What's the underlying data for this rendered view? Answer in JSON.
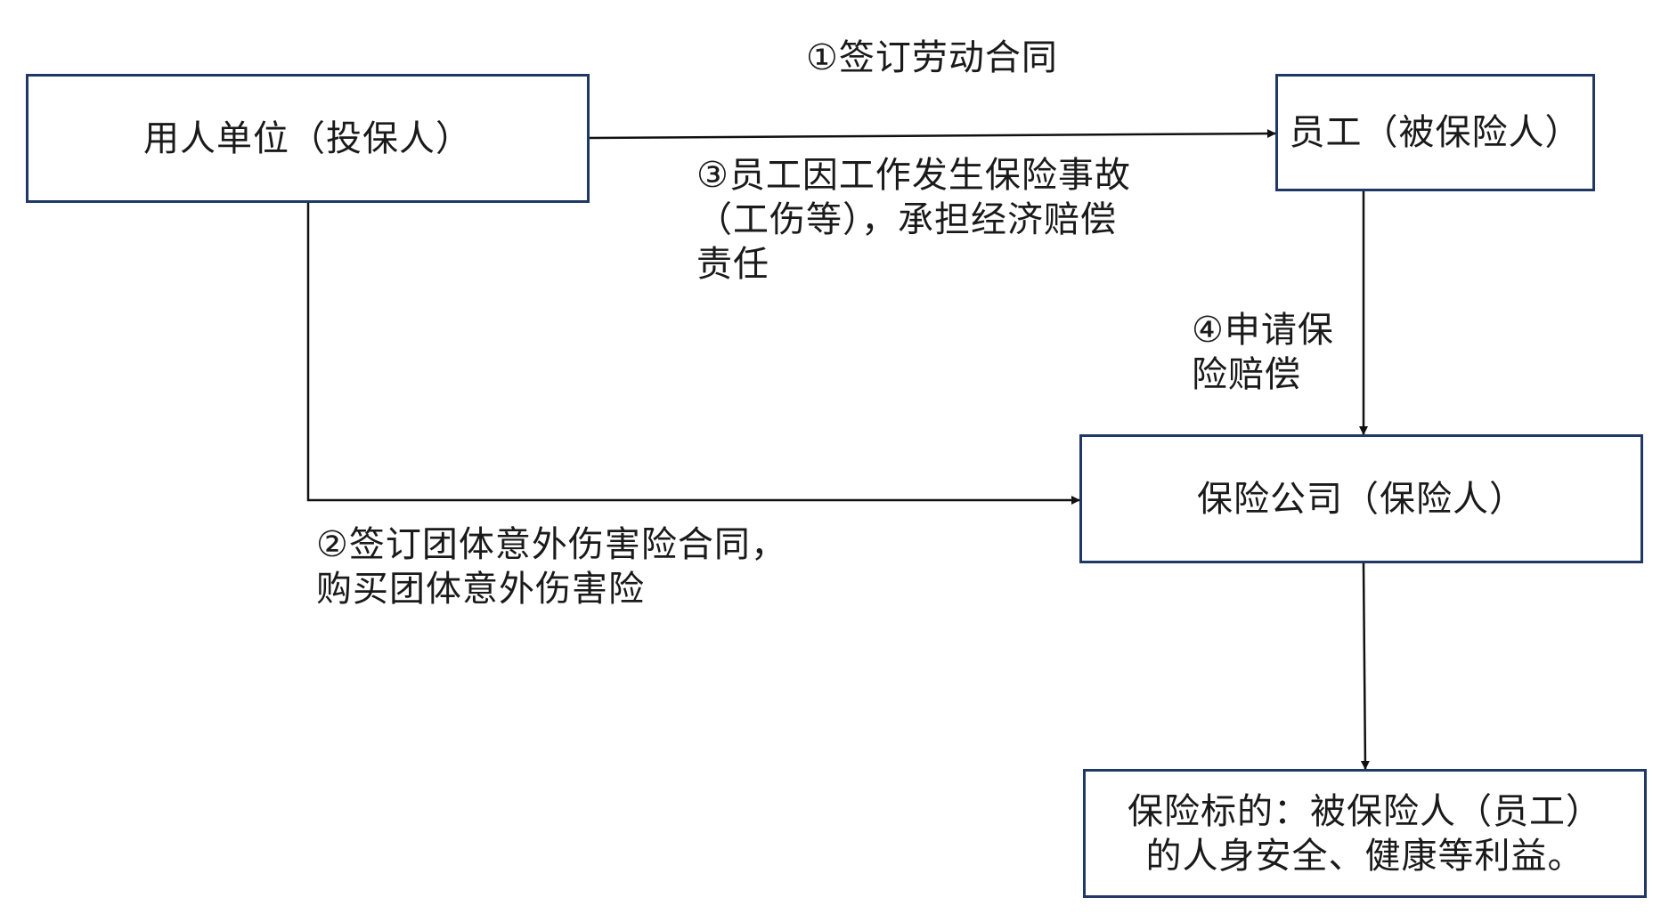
{
  "nodes": {
    "employer": {
      "label": "用人单位（投保人）"
    },
    "employee": {
      "label": "员工（被保险人）"
    },
    "insurer": {
      "label": "保险公司（保险人）"
    },
    "subject": {
      "line1": "保险标的：被保险人（员工）",
      "line2": "的人身安全、健康等利益。"
    }
  },
  "edges": {
    "step1": {
      "text": "①签订劳动合同"
    },
    "step2": {
      "line1": "②签订团体意外伤害险合同，",
      "line2": "购买团体意外伤害险"
    },
    "step3": {
      "line1": "③员工因工作发生保险事故",
      "line2": "（工伤等），承担经济赔偿",
      "line3": "责任"
    },
    "step4": {
      "line1": "④申请保",
      "line2": "险赔偿"
    }
  },
  "colors": {
    "box_border": "#1f3864",
    "arrow": "#111111"
  }
}
